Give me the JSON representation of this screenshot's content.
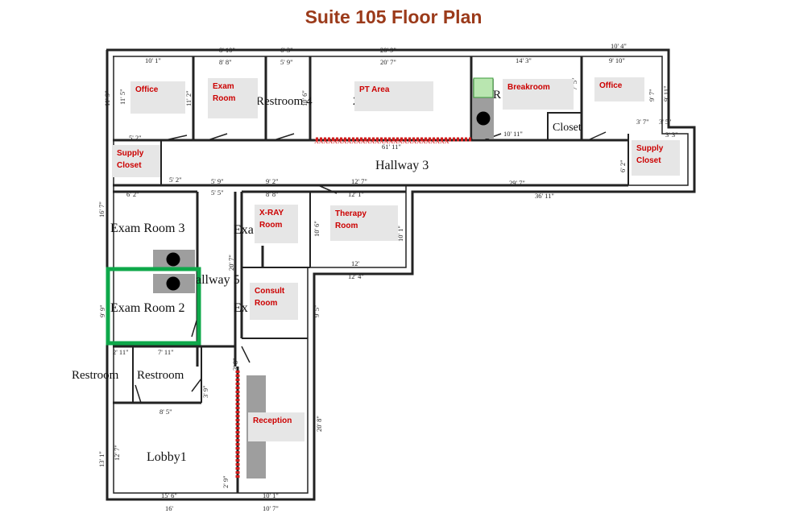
{
  "title": "Suite 105 Floor Plan",
  "colors": {
    "title": "#9b3a1a",
    "label_text": "#cc0000",
    "label_bg": "#e6e6e6",
    "wall": "#222222",
    "highlight_box": "#0ea84a",
    "red_hatch": "#d21c1c",
    "equipment_block": "#9e9e9e",
    "light_green_marker": "#b9e6b0",
    "marker_dot": "#000000"
  },
  "labels": {
    "office_1": "Office",
    "exam_room_top": "Exam Room",
    "pt_area": "PT Area",
    "breakroom": "Breakroom",
    "office_2": "Office",
    "supply_closet_left": "Supply Closet",
    "supply_closet_right": "Supply Closet",
    "xray_room": "X-RAY Room",
    "therapy_room": "Therapy Room",
    "consult_room": "Consult Room",
    "reception": "Reception"
  },
  "plan_text": {
    "restroom4": "Restroom 4",
    "hallway3": "Hallway 3",
    "exam_room_3": "Exam Room 3",
    "exam_room_2": "Exam Room 2",
    "exam_partial_1": "Exa",
    "exam_partial_2": "Ex",
    "hallway5": "allway 5",
    "restroom_left": "Restroom",
    "restroom_right": "Restroom",
    "lobby1": "Lobby1",
    "closet": "Closet",
    "r_letter": "R",
    "two": "2",
    "xxx": "XXXXXXXXXXXXXXXXXXXXXXXXXXXXX"
  },
  "dimensions": {
    "d1": "10' 1\"",
    "d2": "8' 10\"",
    "d3": "8' 8\"",
    "d4": "6' 3\"",
    "d5": "5' 9\"",
    "d6": "20' 9\"",
    "d7": "20' 7\"",
    "d8": "10' 4\"",
    "d9": "14' 3\"",
    "d10": "9' 10\"",
    "d11": "11' 9\"",
    "d12": "11' 5\"",
    "d13": "11' 2\"",
    "d14": "10' 6\"",
    "d15": "7' 5\"",
    "d16": "9' 7\"",
    "d17": "9' 11\"",
    "d18": "5' 2\"",
    "d19": "10' 11\"",
    "d20": "61' 11\"",
    "d21": "3' 7\"",
    "d22": "3' 5\"",
    "d23": "3' 3\"",
    "d24": "6' 2\"",
    "d25": "5' 2\"",
    "d26": "5' 9\"",
    "d27": "5' 5\"",
    "d28": "9' 2\"",
    "d29": "12' 7\"",
    "d30": "29' 7\"",
    "d31": "6' 2\"",
    "d32": "8' 8\"",
    "d33": "12' 1\"",
    "d34": "36' 11\"",
    "d35": "16' 7\"",
    "d36": "10' 6\"",
    "d37": "10' 1\"",
    "d38": "12'",
    "d39": "12' 4\"",
    "d40": "20' 7\"",
    "d41": "9' 5\"",
    "d42": "9' 9\"",
    "d43": "2' 11\"",
    "d44": "7' 11\"",
    "d45": "3' 8\"",
    "d46": "3' 9\"",
    "d47": "8' 5\"",
    "d48": "13' 1\"",
    "d49": "12' 7\"",
    "d50": "20' 8\"",
    "d51": "15' 6\"",
    "d52": "10' 1\"",
    "d53": "16'",
    "d54": "10' 7\"",
    "d55": "2' 9\""
  }
}
